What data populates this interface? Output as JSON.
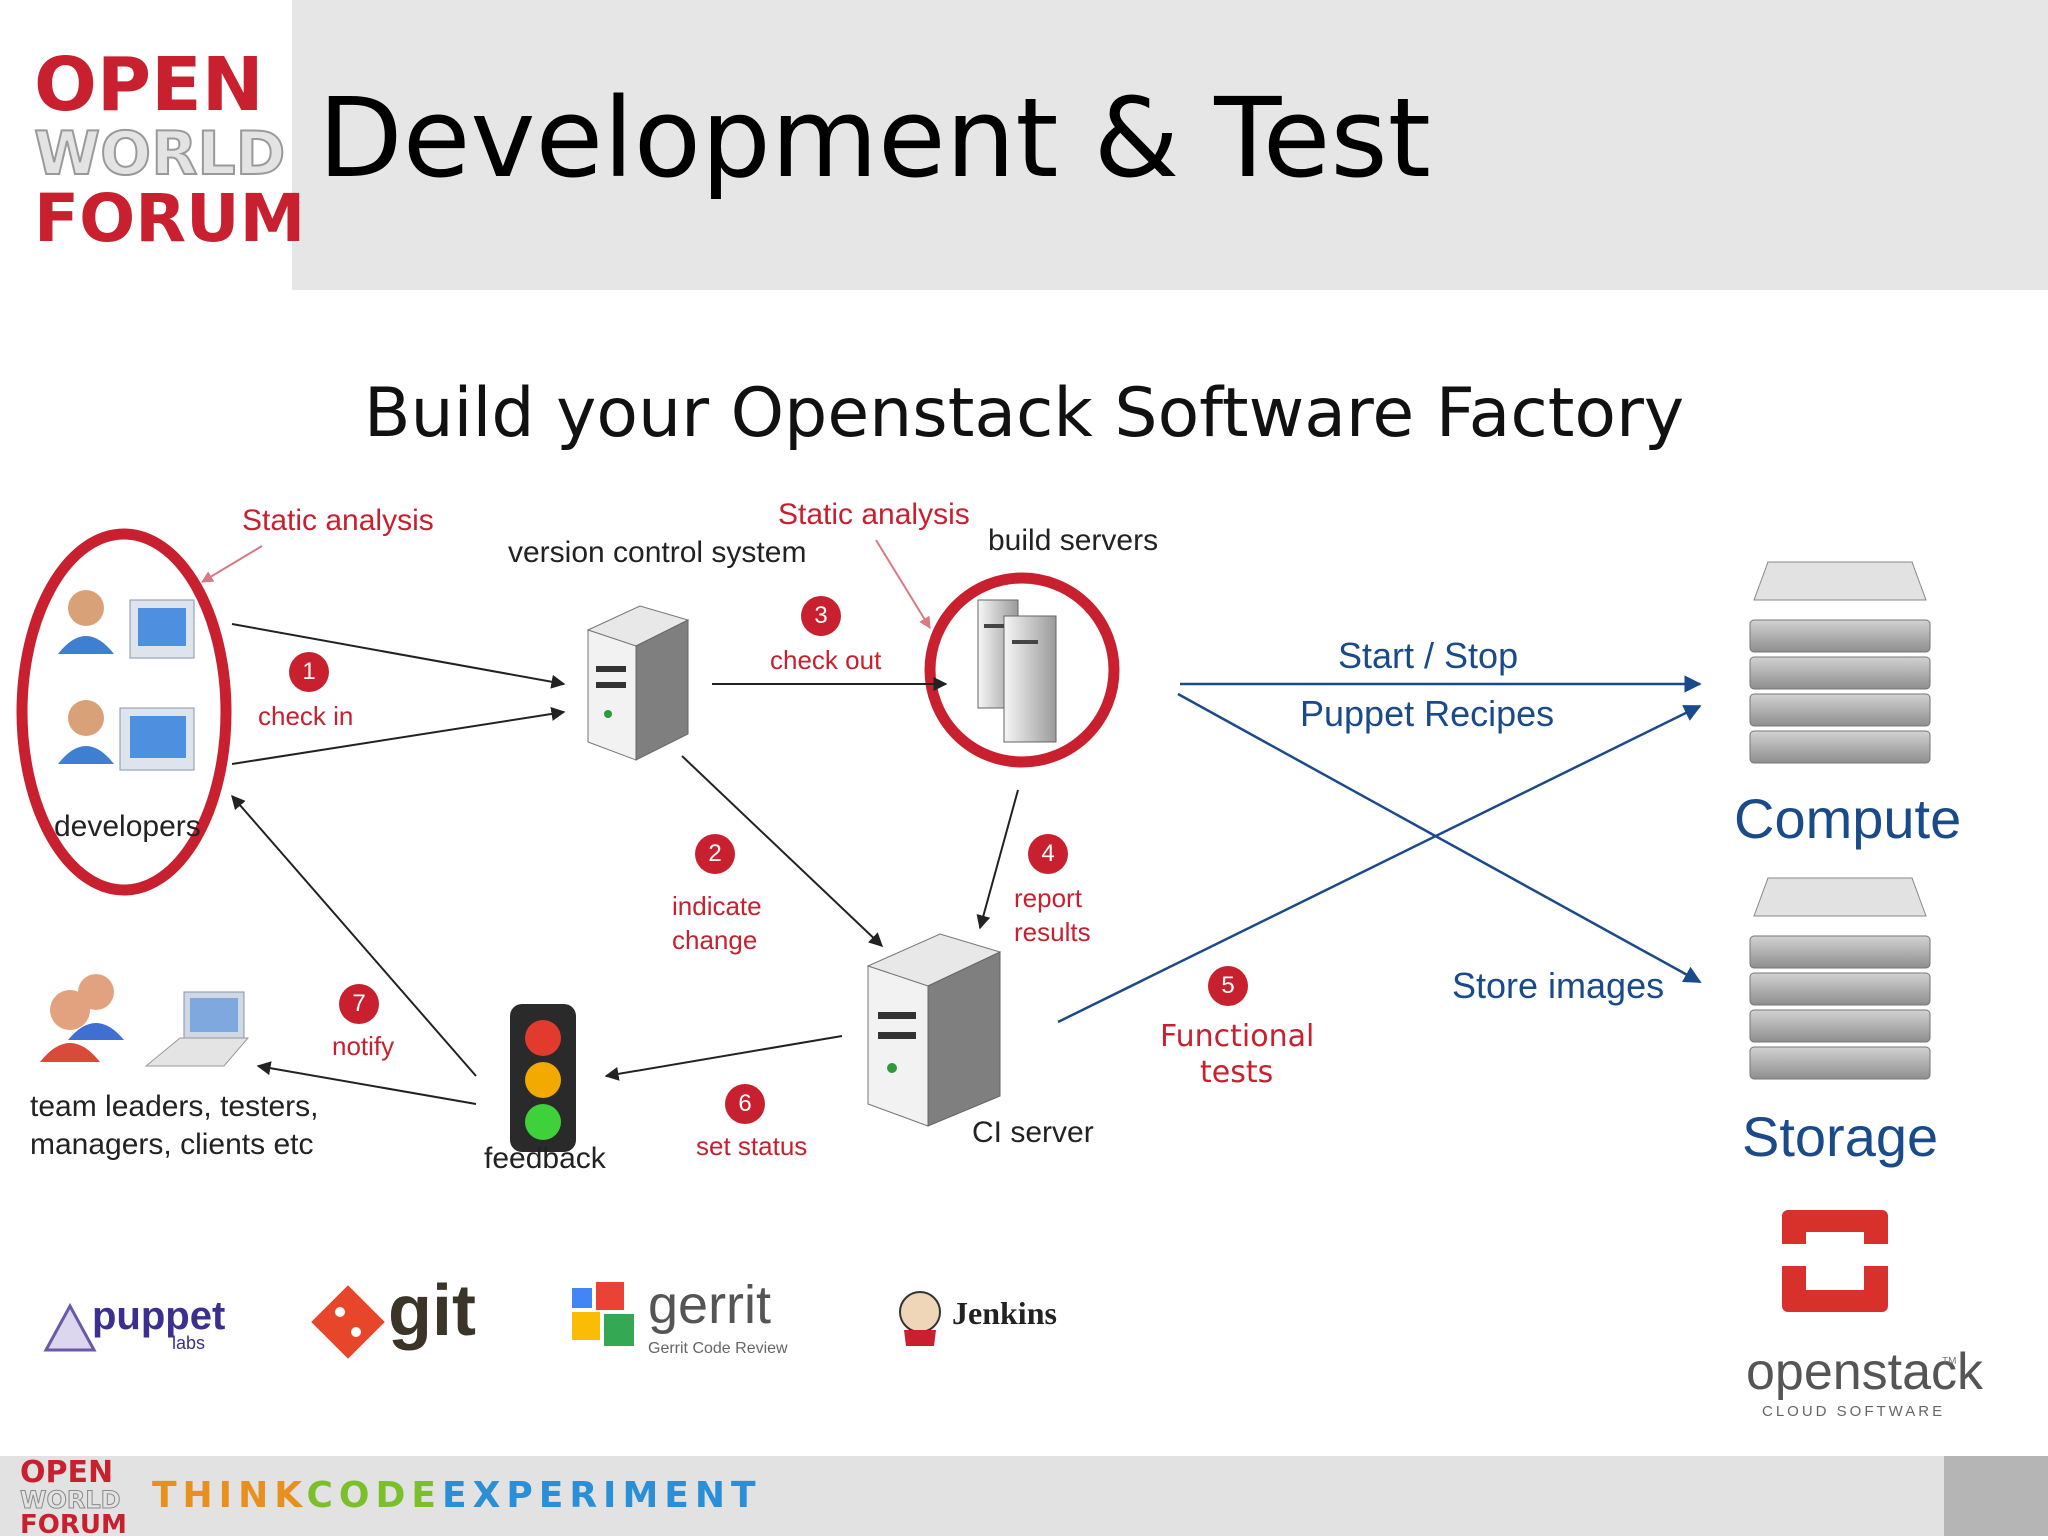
{
  "header": {
    "title": "Development & Test",
    "logo": {
      "line1": "OPEN",
      "line2": "WORLD",
      "line3": "FORUM"
    }
  },
  "slide": {
    "subtitle": "Build your Openstack Software Factory"
  },
  "diagram": {
    "annotations": {
      "static_analysis_1": "Static analysis",
      "static_analysis_2": "Static analysis"
    },
    "nodes": {
      "developers": "developers",
      "vcs": "version control system",
      "build_servers": "build servers",
      "ci_server": "CI server",
      "feedback": "feedback",
      "team_line1": "team leaders, testers,",
      "team_line2": "managers, clients etc"
    },
    "steps": [
      {
        "num": "1",
        "label": "check in"
      },
      {
        "num": "2",
        "label_line1": "indicate",
        "label_line2": "change"
      },
      {
        "num": "3",
        "label": "check out"
      },
      {
        "num": "4",
        "label_line1": "report",
        "label_line2": "results"
      },
      {
        "num": "5",
        "label_line1": "Functional",
        "label_line2": "tests"
      },
      {
        "num": "6",
        "label": "set status"
      },
      {
        "num": "7",
        "label": "notify"
      }
    ],
    "deploy": {
      "start_stop": "Start / Stop",
      "puppet_recipes": "Puppet Recipes",
      "store_images": "Store images"
    },
    "targets": {
      "compute": "Compute",
      "storage": "Storage"
    }
  },
  "tools": {
    "puppet": "puppet",
    "puppet_sub": "labs",
    "git": "git",
    "gerrit": "gerrit",
    "gerrit_sub": "Gerrit Code Review",
    "jenkins": "Jenkins",
    "openstack": "openstack",
    "openstack_sub": "CLOUD SOFTWARE",
    "openstack_tm": "TM"
  },
  "footer": {
    "logo": {
      "line1": "OPEN",
      "line2": "WORLD",
      "line3": "FORUM"
    },
    "tagline": {
      "think": "THINK",
      "code": "CODE",
      "experiment": "EXPERIMENT"
    }
  },
  "colors": {
    "accent_red": "#c8202f",
    "arrow_blue": "#1b4a8a",
    "header_gray": "#e6e6e6"
  }
}
